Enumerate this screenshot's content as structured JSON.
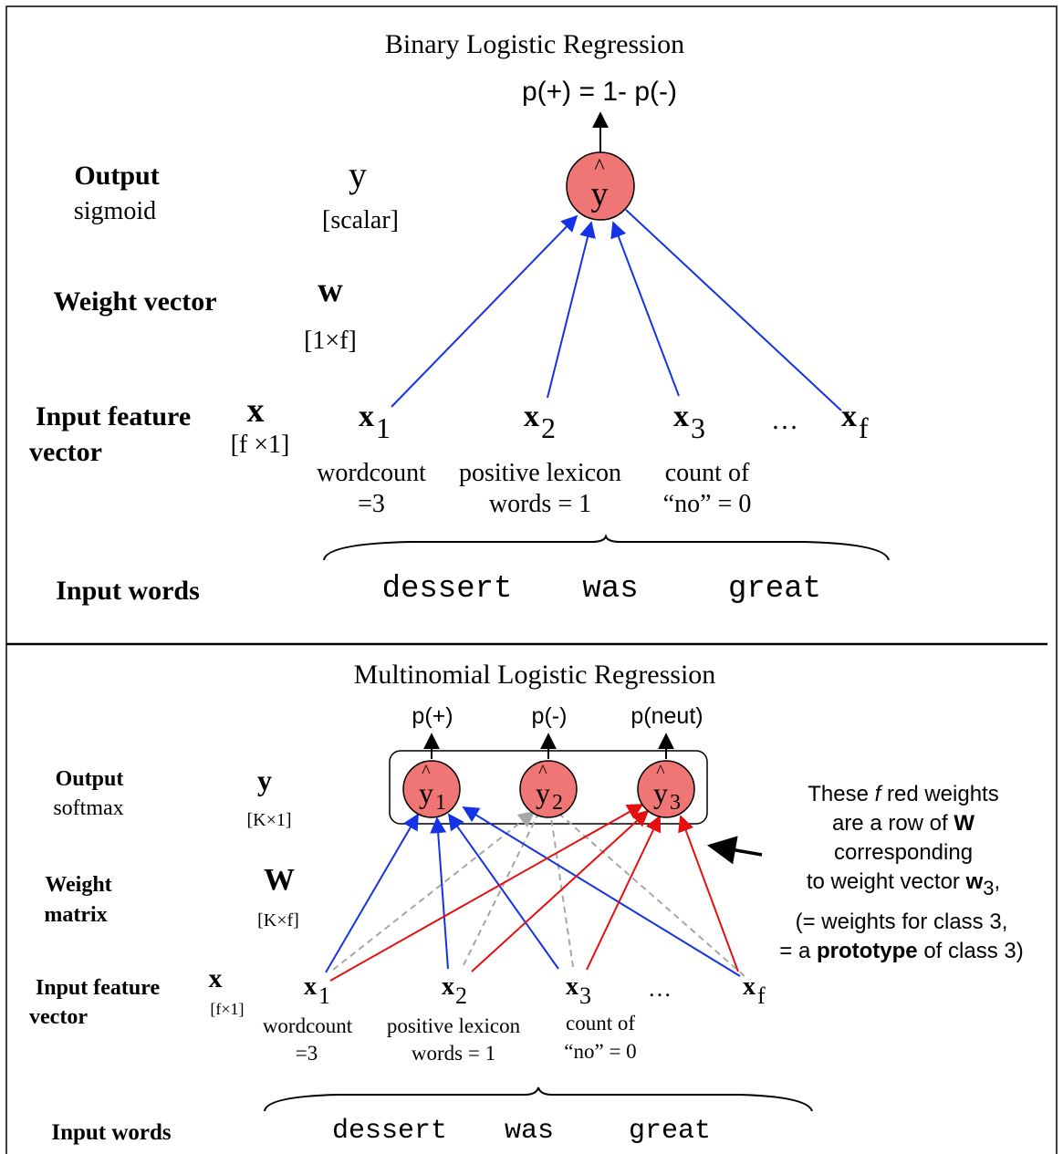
{
  "binary": {
    "title": "Binary Logistic Regression",
    "output_prob": "p(+) = 1- p(-)",
    "node_label": "y",
    "node_hat": "^",
    "rows": {
      "output": {
        "label": "Output",
        "sublabel": "sigmoid",
        "sym": "y",
        "dim": "[scalar]"
      },
      "weight": {
        "label": "Weight vector",
        "sym": "w",
        "dim": "[1×f]"
      },
      "input": {
        "label_1": "Input feature",
        "label_2": "vector",
        "sym": "x",
        "dim": "[f ×1]"
      },
      "words": {
        "label": "Input words"
      }
    },
    "features": [
      {
        "base": "x",
        "sub": "1",
        "desc_1": "wordcount",
        "desc_2": "=3"
      },
      {
        "base": "x",
        "sub": "2",
        "desc_1": "positive lexicon",
        "desc_2": "words = 1"
      },
      {
        "base": "x",
        "sub": "3",
        "desc_1": "count of",
        "desc_2": "“no” = 0"
      },
      {
        "base": "x",
        "sub": "f",
        "desc_1": "",
        "desc_2": ""
      }
    ],
    "ellipsis": "…",
    "words": [
      "dessert",
      "was",
      "great"
    ]
  },
  "multinomial": {
    "title": "Multinomial Logistic Regression",
    "outputs": [
      {
        "prob": "p(+)",
        "base": "y",
        "sub": "1"
      },
      {
        "prob": "p(-)",
        "base": "y",
        "sub": "2"
      },
      {
        "prob": "p(neut)",
        "base": "y",
        "sub": "3"
      }
    ],
    "node_hat": "^",
    "rows": {
      "output": {
        "label": "Output",
        "sublabel": "softmax",
        "sym": "y",
        "dim": "[K×1]"
      },
      "weight": {
        "label_1": "Weight",
        "label_2": "matrix",
        "sym": "W",
        "dim": "[K×f]"
      },
      "input": {
        "label_1": "Input feature",
        "label_2": "vector",
        "sym": "x",
        "dim": "[f×1]"
      },
      "words": {
        "label": "Input words"
      }
    },
    "features": [
      {
        "base": "x",
        "sub": "1",
        "desc_1": "wordcount",
        "desc_2": "=3"
      },
      {
        "base": "x",
        "sub": "2",
        "desc_1": "positive lexicon",
        "desc_2": "words = 1"
      },
      {
        "base": "x",
        "sub": "3",
        "desc_1": "count of",
        "desc_2": "“no” = 0"
      },
      {
        "base": "x",
        "sub": "f",
        "desc_1": "",
        "desc_2": ""
      }
    ],
    "ellipsis": "…",
    "words": [
      "dessert",
      "was",
      "great"
    ],
    "note": {
      "line1_a": "These ",
      "line1_b": "f",
      "line1_c": " red weights",
      "line2_a": "are a row of ",
      "line2_b": "W",
      "line3": "corresponding",
      "line4_a": "to weight vector ",
      "line4_b": "w",
      "line4_c": "3",
      "line4_d": ",",
      "line5": "(= weights for class 3,",
      "line6_a": "= a ",
      "line6_b": "prototype",
      "line6_c": " of class 3)"
    }
  },
  "colors": {
    "node_fill": "#f07575",
    "blue": "#1433e6",
    "red": "#e60f0f",
    "gray": "#a6a6a6"
  }
}
